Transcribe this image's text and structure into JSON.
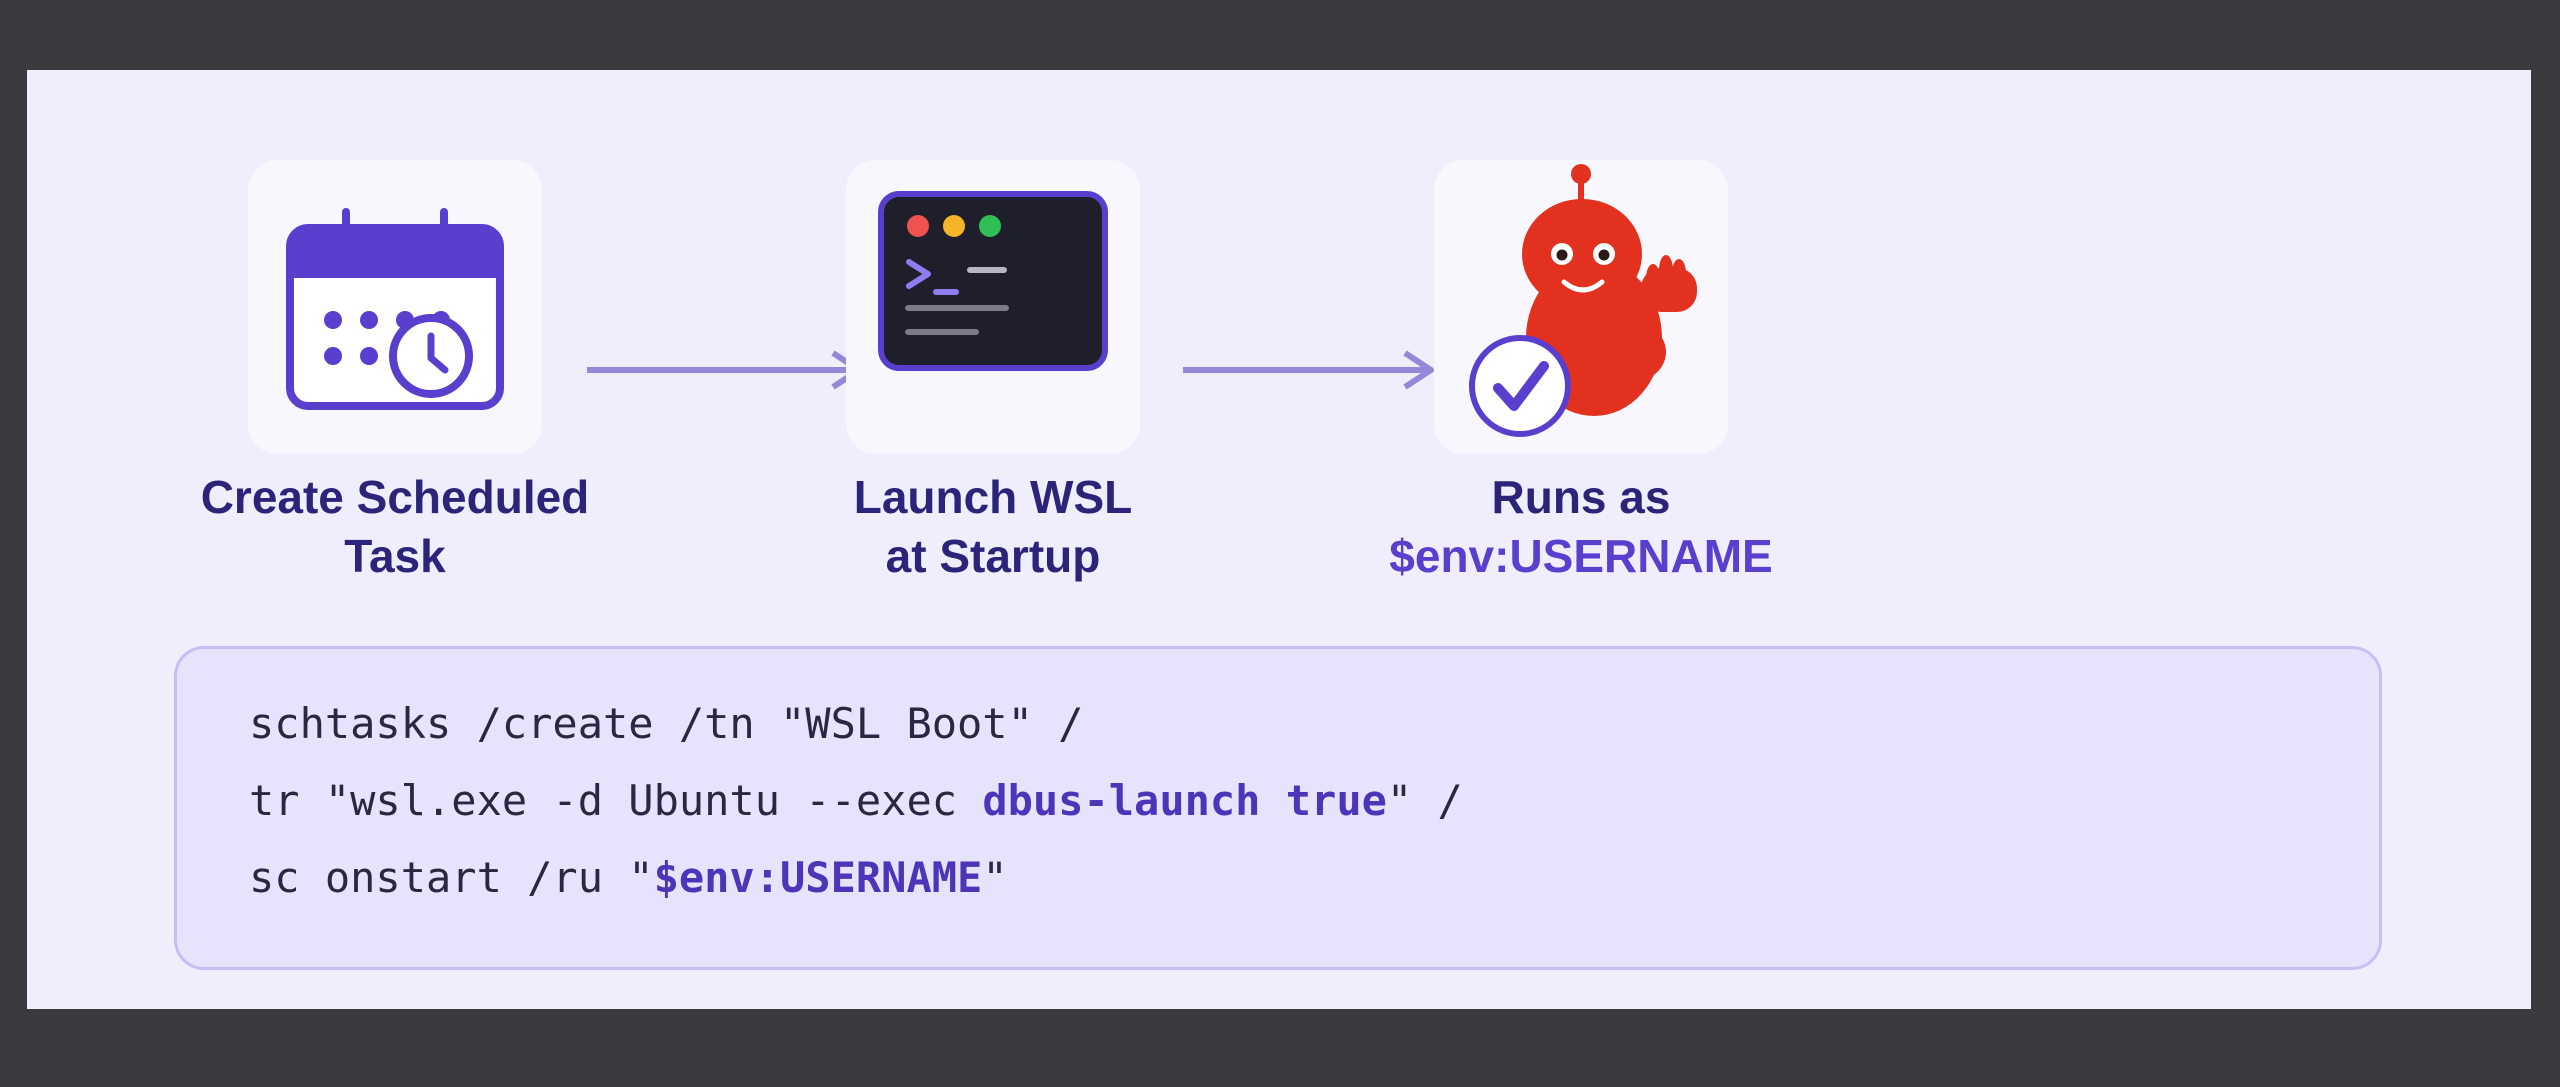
{
  "steps": [
    {
      "icon": "calendar-clock-icon",
      "label_line1": "Create Scheduled",
      "label_line2": "Task"
    },
    {
      "icon": "terminal-icon",
      "label_line1": "Launch WSL",
      "label_line2": "at Startup"
    },
    {
      "icon": "robot-check-icon",
      "label_line1": "Runs as",
      "label_line2": "$env:USERNAME"
    }
  ],
  "code": {
    "line1": "schtasks /create /tn \"WSL Boot\" /",
    "line2_pre": "tr \"wsl.exe -d Ubuntu --exec ",
    "line2_hl": "dbus-launch true",
    "line2_post": "\" /",
    "line3_pre": "sc onstart /ru \"",
    "line3_hl": "$env:USERNAME",
    "line3_post": "\""
  },
  "colors": {
    "background": "#3a3b3e",
    "panel": "#f0eefd",
    "tile": "#f8f7fe",
    "accent": "#5a3fcf",
    "label_text": "#2c2478",
    "arrow": "#9389d8",
    "robot": "#e2321f",
    "code_bg": "#e6e3fc",
    "code_border": "#c6bff3"
  }
}
